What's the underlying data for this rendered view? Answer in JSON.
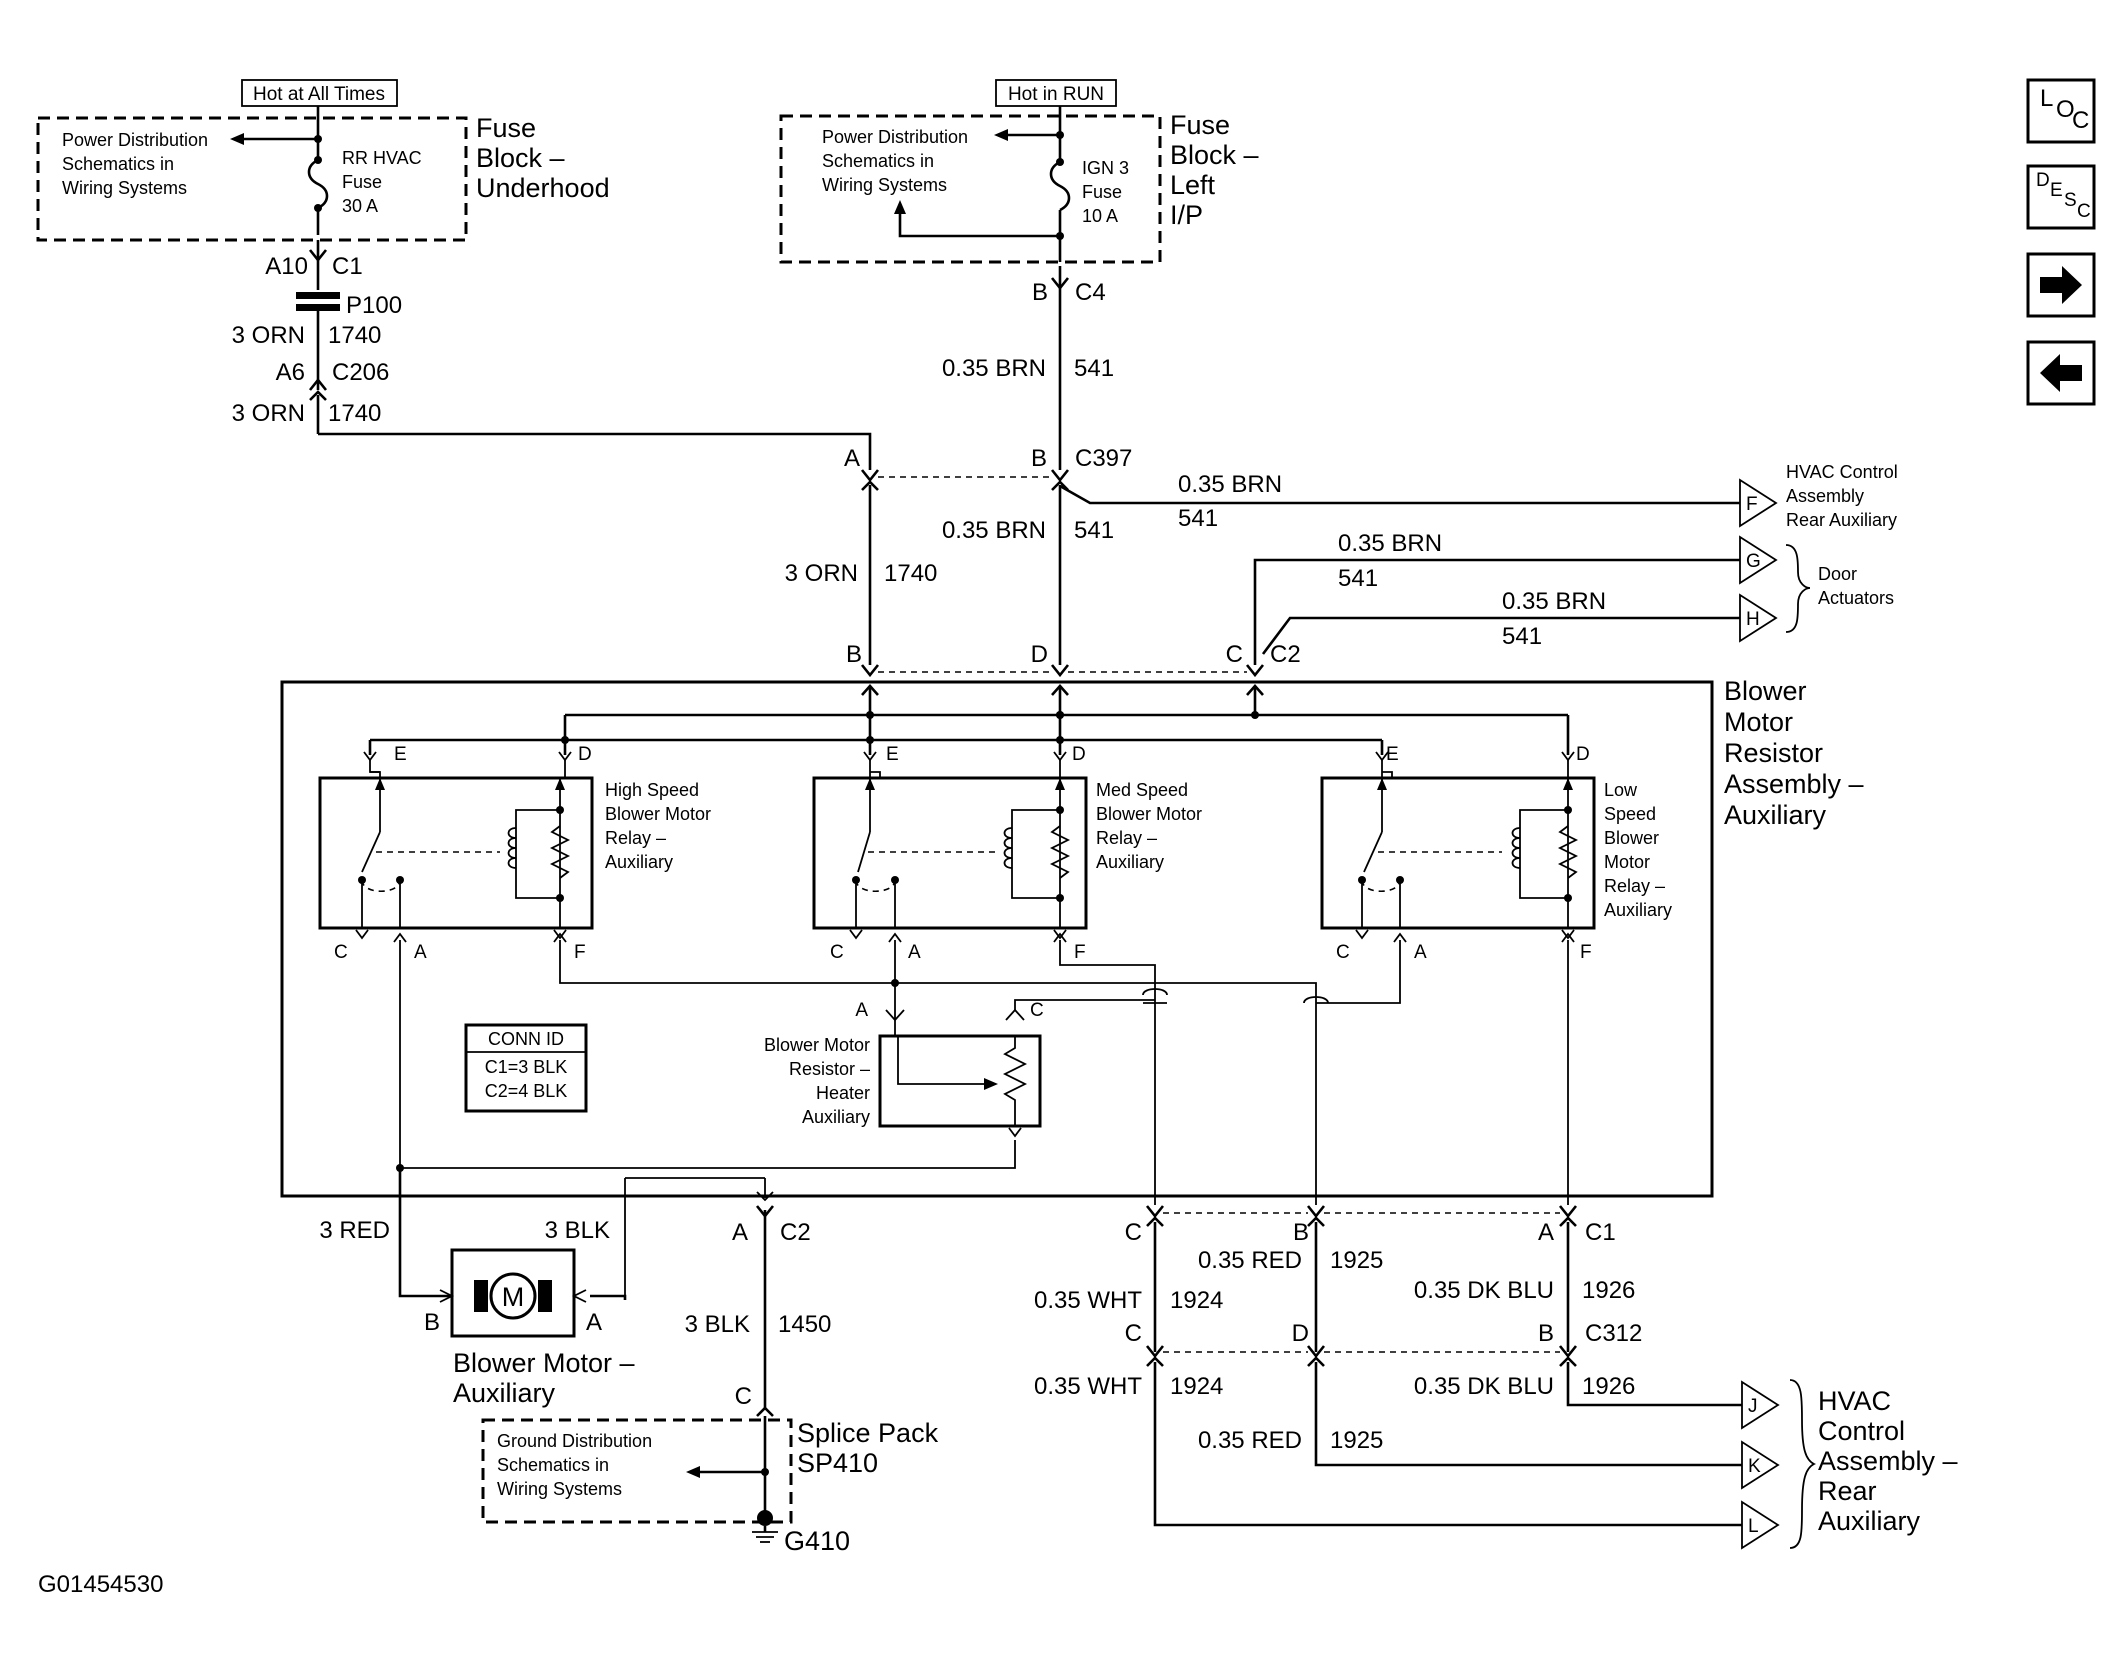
{
  "top_left": {
    "hot_label": "Hot at All Times",
    "pd_lines": [
      "Power Distribution",
      "Schematics in",
      "Wiring Systems"
    ],
    "fuse_lines": [
      "RR HVAC",
      "Fuse",
      "30 A"
    ],
    "block_lines": [
      "Fuse",
      "Block –",
      "Underhood"
    ],
    "conn_pin": "A10",
    "conn_id": "C1",
    "p100": "P100",
    "wire1_gauge": "3 ORN",
    "wire1_circ": "1740",
    "c206_pin": "A6",
    "c206_id": "C206",
    "wire2_gauge": "3 ORN",
    "wire2_circ": "1740"
  },
  "top_mid": {
    "hot_label": "Hot in RUN",
    "pd_lines": [
      "Power Distribution",
      "Schematics in",
      "Wiring Systems"
    ],
    "fuse_lines": [
      "IGN 3",
      "Fuse",
      "10 A"
    ],
    "block_lines": [
      "Fuse",
      "Block –",
      "Left",
      "I/P"
    ],
    "c4_pin": "B",
    "c4_id": "C4",
    "wire_gauge": "0.35 BRN",
    "wire_circ": "541"
  },
  "c397": {
    "pin_a": "A",
    "pin_b": "B",
    "id": "C397",
    "branch_gauge": "0.35 BRN",
    "branch_circ": "541",
    "down_gauge": "0.35 BRN",
    "down_circ": "541",
    "orn_gauge": "3 ORN",
    "orn_circ": "1740"
  },
  "right_top": {
    "f_pin": "F",
    "hvac_lines": [
      "HVAC Control",
      "Assembly",
      "Rear Auxiliary"
    ],
    "g_pin": "G",
    "h_pin": "H",
    "door_lines": [
      "Door",
      "Actuators"
    ],
    "g_gauge": "0.35 BRN",
    "g_circ": "541",
    "h_gauge": "0.35 BRN",
    "h_circ": "541"
  },
  "c2_top": {
    "pin_b": "B",
    "pin_d": "D",
    "pin_c": "C",
    "id": "C2"
  },
  "assembly": {
    "label_lines": [
      "Blower",
      "Motor",
      "Resistor",
      "Assembly –",
      "Auxiliary"
    ],
    "relays": [
      {
        "lines": [
          "High Speed",
          "Blower Motor",
          "Relay –",
          "Auxiliary"
        ]
      },
      {
        "lines": [
          "Med Speed",
          "Blower Motor",
          "Relay –",
          "Auxiliary"
        ]
      },
      {
        "lines": [
          "Low",
          "Speed",
          "Blower",
          "Motor",
          "Relay –",
          "Auxiliary"
        ]
      }
    ],
    "pins": {
      "e": "E",
      "d": "D",
      "c": "C",
      "a": "A",
      "f": "F"
    },
    "conn_id_title": "CONN ID",
    "conn_id_rows": [
      "C1=3 BLK",
      "C2=4 BLK"
    ],
    "heater_lines": [
      "Blower Motor",
      "Resistor –",
      "Heater",
      "Auxiliary"
    ],
    "heater_pin_a": "A",
    "heater_pin_c": "C"
  },
  "motor": {
    "red_label": "3 RED",
    "blk_label": "3 BLK",
    "pin_b": "B",
    "pin_a": "A",
    "symbol": "M",
    "label_lines": [
      "Blower Motor –",
      "Auxiliary"
    ],
    "c2_pin": "A",
    "c2_id": "C2",
    "ground_gauge": "3 BLK",
    "ground_circ": "1450",
    "splice_pin": "C",
    "splice_lines": [
      "Splice Pack",
      "SP410"
    ],
    "gd_lines": [
      "Ground Distribution",
      "Schematics in",
      "Wiring Systems"
    ],
    "ground_id": "G410"
  },
  "bottom_right": {
    "c1_pin_c": "C",
    "c1_pin_b": "B",
    "c1_pin_a": "A",
    "c1_id": "C1",
    "red1_gauge": "0.35 RED",
    "red1_circ": "1925",
    "wht1_gauge": "0.35 WHT",
    "wht1_circ": "1924",
    "blu1_gauge": "0.35 DK BLU",
    "blu1_circ": "1926",
    "c312_pin_c": "C",
    "c312_pin_d": "D",
    "c312_pin_b": "B",
    "c312_id": "C312",
    "wht2_gauge": "0.35 WHT",
    "wht2_circ": "1924",
    "blu2_gauge": "0.35 DK BLU",
    "blu2_circ": "1926",
    "red2_gauge": "0.35 RED",
    "red2_circ": "1925",
    "j_pin": "J",
    "k_pin": "K",
    "l_pin": "L",
    "hvac_lines": [
      "HVAC",
      "Control",
      "Assembly –",
      "Rear",
      "Auxiliary"
    ]
  },
  "nav": {
    "loc": [
      "L",
      "O",
      "C"
    ],
    "desc": [
      "D",
      "E",
      "S",
      "C"
    ],
    "next_icon": "arrow-right",
    "prev_icon": "arrow-left"
  },
  "figure_id": "G01454530"
}
